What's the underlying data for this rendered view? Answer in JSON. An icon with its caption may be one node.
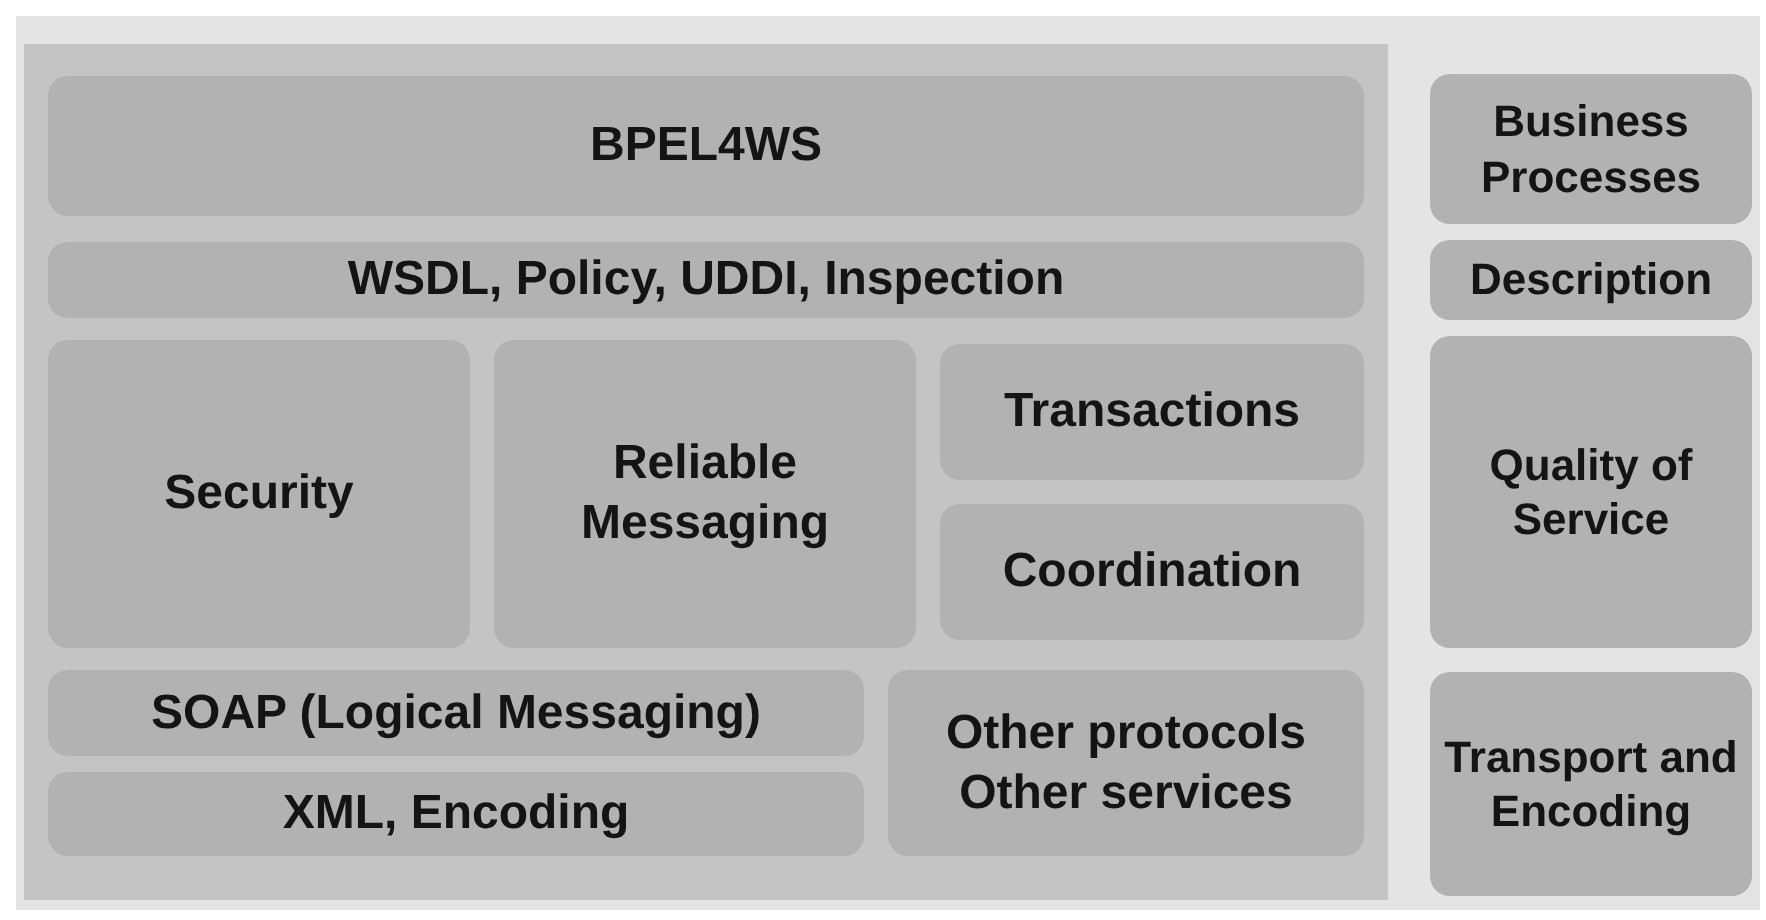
{
  "diagram": {
    "nodes": [
      {
        "text": [
          "BPEL4WS"
        ]
      },
      {
        "text": [
          "WSDL, Policy, UDDI, Inspection"
        ]
      },
      {
        "text": [
          "Security"
        ]
      },
      {
        "text": [
          "Reliable Messaging"
        ]
      },
      {
        "text": [
          "Transactions"
        ]
      },
      {
        "text": [
          "Coordination"
        ]
      },
      {
        "text": [
          "SOAP (Logical Messaging)"
        ]
      },
      {
        "text": [
          "XML, Encoding"
        ]
      },
      {
        "text": [
          "Other protocols",
          "Other services"
        ]
      },
      {
        "text": [
          "Business Processes"
        ]
      },
      {
        "text": [
          "Description"
        ]
      },
      {
        "text": [
          "Quality of Service"
        ]
      },
      {
        "text": [
          "Transport and Encoding"
        ]
      }
    ]
  }
}
